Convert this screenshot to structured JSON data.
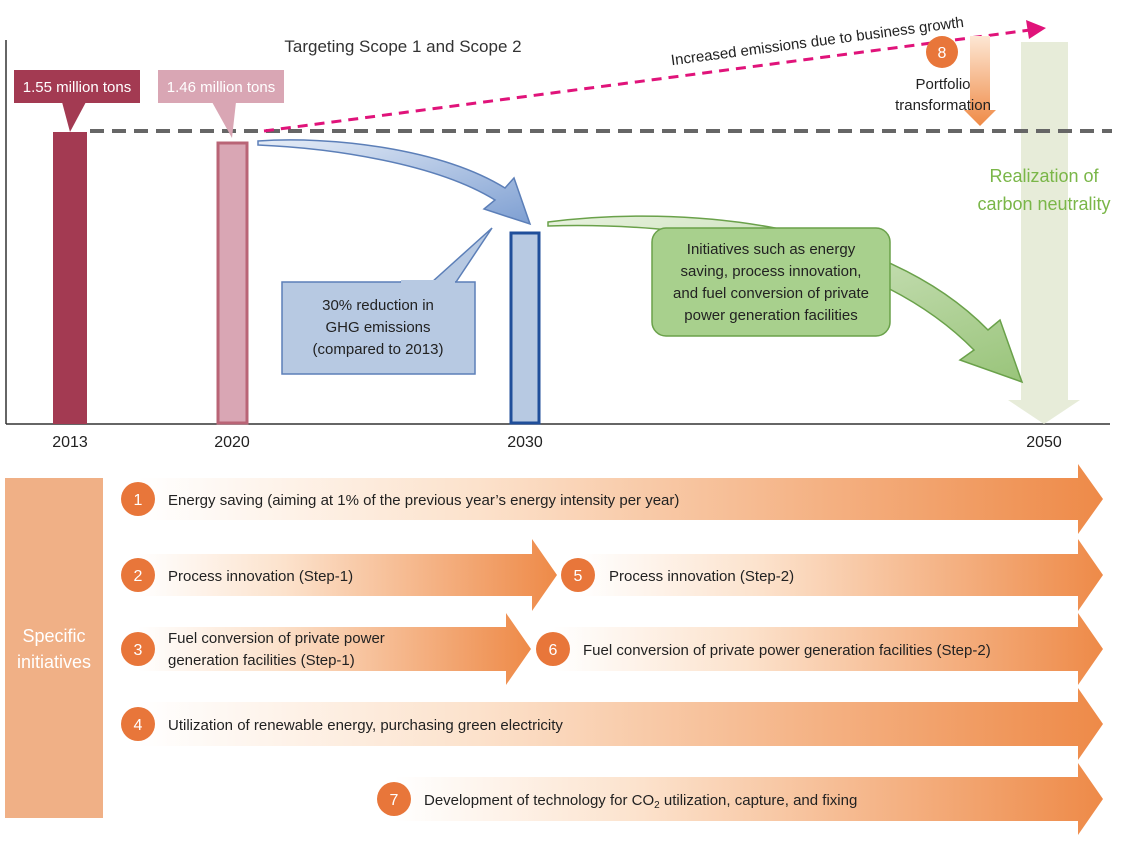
{
  "title": "Targeting Scope 1 and Scope 2",
  "years": [
    "2013",
    "2020",
    "2030",
    "2050"
  ],
  "callouts": {
    "bar_2013": "1.55 million tons",
    "bar_2020": "1.46 million tons"
  },
  "growth_label": "Increased emissions due to business growth",
  "portfolio": {
    "number": "8",
    "line1": "Portfolio",
    "line2": "transformation"
  },
  "neutrality": {
    "line1": "Realization of",
    "line2": "carbon neutrality"
  },
  "reduction_box": {
    "line1": "30% reduction in",
    "line2": "GHG emissions",
    "line3": "(compared to 2013)"
  },
  "green_box": {
    "line1": "Initiatives such as energy",
    "line2": "saving, process innovation,",
    "line3": "and fuel conversion of private",
    "line4": "power generation facilities"
  },
  "side_label": {
    "line1": "Specific",
    "line2": "initiatives"
  },
  "initiatives": [
    {
      "num": "1",
      "line1": "Energy saving (aiming at 1% of the previous year’s energy intensity per year)"
    },
    {
      "num": "2",
      "line1": "Process innovation (Step-1)"
    },
    {
      "num": "5",
      "line1": "Process innovation (Step-2)"
    },
    {
      "num": "3",
      "line1": "Fuel conversion of private power",
      "line2": "generation facilities (Step-1)"
    },
    {
      "num": "6",
      "line1": "Fuel conversion of private power generation facilities (Step-2)"
    },
    {
      "num": "4",
      "line1": "Utilization of renewable energy, purchasing green electricity"
    },
    {
      "num": "7",
      "line1": "Development of technology for CO",
      "sub": "2",
      "line1_rest": " utilization, capture, and fixing"
    }
  ],
  "colors": {
    "bar_2013": "#a33a52",
    "bar_2020_fill": "#d9a6b4",
    "bar_2020_stroke": "#b96476",
    "bar_2030_fill": "#b7c9e2",
    "bar_2030_stroke": "#1f4e9a",
    "bar_2050": "#e7ecd9",
    "dashed_baseline": "#666666",
    "growth_arrow": "#e0137a",
    "blue_arrow": "#8aa7d6",
    "green": "#a8d08d",
    "green_text": "#7ab648",
    "orange": "#e8763a",
    "side_panel": "#f0b086"
  }
}
